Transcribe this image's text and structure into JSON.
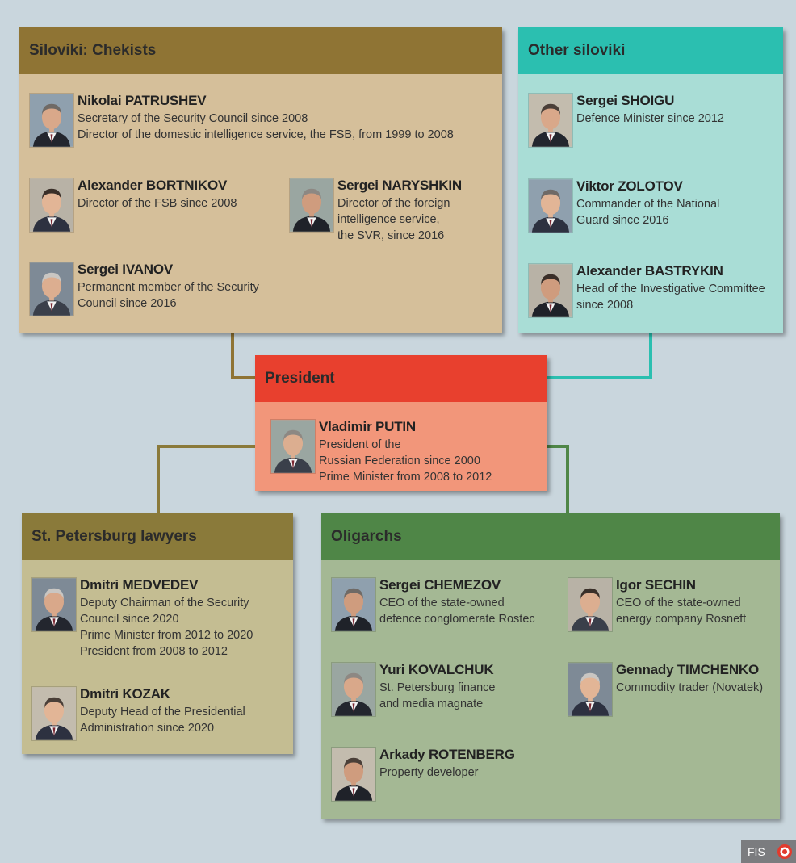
{
  "groups": [
    {
      "title": "Siloviki: Chekists",
      "colors": {
        "header": "#8f7434",
        "body": "#d5bf9a"
      },
      "people": [
        {
          "name": "Nikolai PATRUSHEV",
          "desc": [
            "Secretary of the Security Council since 2008",
            "Director of the domestic intelligence service, the FSB, from 1999 to 2008"
          ]
        },
        {
          "name": "Alexander BORTNIKOV",
          "desc": [
            "Director of the FSB since 2008"
          ]
        },
        {
          "name": "Sergei NARYSHKIN",
          "desc": [
            "Director of the foreign",
            "intelligence service,",
            "the SVR, since 2016"
          ]
        },
        {
          "name": "Sergei IVANOV",
          "desc": [
            "Permanent member of the Security",
            "Council since 2016"
          ]
        }
      ]
    },
    {
      "title": "Other siloviki",
      "colors": {
        "header": "#2bbfb0",
        "body": "#a9ddd6"
      },
      "people": [
        {
          "name": "Sergei SHOIGU",
          "desc": [
            "Defence Minister since 2012"
          ]
        },
        {
          "name": "Viktor ZOLOTOV",
          "desc": [
            "Commander of the National",
            "Guard since 2016"
          ]
        },
        {
          "name": "Alexander BASTRYKIN",
          "desc": [
            "Head of the Investigative Committee",
            "since 2008"
          ]
        }
      ]
    },
    {
      "title": "President",
      "colors": {
        "header": "#e8402e",
        "body": "#f2967a"
      },
      "people": [
        {
          "name": "Vladimir PUTIN",
          "desc": [
            "President of the",
            "Russian Federation since 2000",
            "Prime Minister from 2008 to 2012"
          ]
        }
      ]
    },
    {
      "title": "St. Petersburg lawyers",
      "colors": {
        "header": "#8a7a3a",
        "body": "#c4bd92"
      },
      "people": [
        {
          "name": "Dmitri MEDVEDEV",
          "desc": [
            "Deputy Chairman of the Security",
            "Council since 2020",
            "Prime Minister from 2012 to 2020",
            "President from 2008 to 2012"
          ]
        },
        {
          "name": "Dmitri KOZAK",
          "desc": [
            "Deputy Head of the Presidential",
            "Administration since 2020"
          ]
        }
      ]
    },
    {
      "title": "Oligarchs",
      "colors": {
        "header": "#4f8647",
        "body": "#a4b894"
      },
      "people": [
        {
          "name": "Sergei CHEMEZOV",
          "desc": [
            "CEO of the state-owned",
            "defence conglomerate Rostec"
          ]
        },
        {
          "name": "Igor SECHIN",
          "desc": [
            "CEO of the state-owned",
            "energy company Rosneft"
          ]
        },
        {
          "name": "Yuri KOVALCHUK",
          "desc": [
            "St. Petersburg finance",
            "and media magnate"
          ]
        },
        {
          "name": "Gennady TIMCHENKO",
          "desc": [
            "Commodity trader (Novatek)"
          ]
        },
        {
          "name": "Arkady ROTENBERG",
          "desc": [
            "Property developer"
          ]
        }
      ]
    }
  ],
  "logo": {
    "text": "FIS",
    "mark_color": "#e23b2e"
  }
}
